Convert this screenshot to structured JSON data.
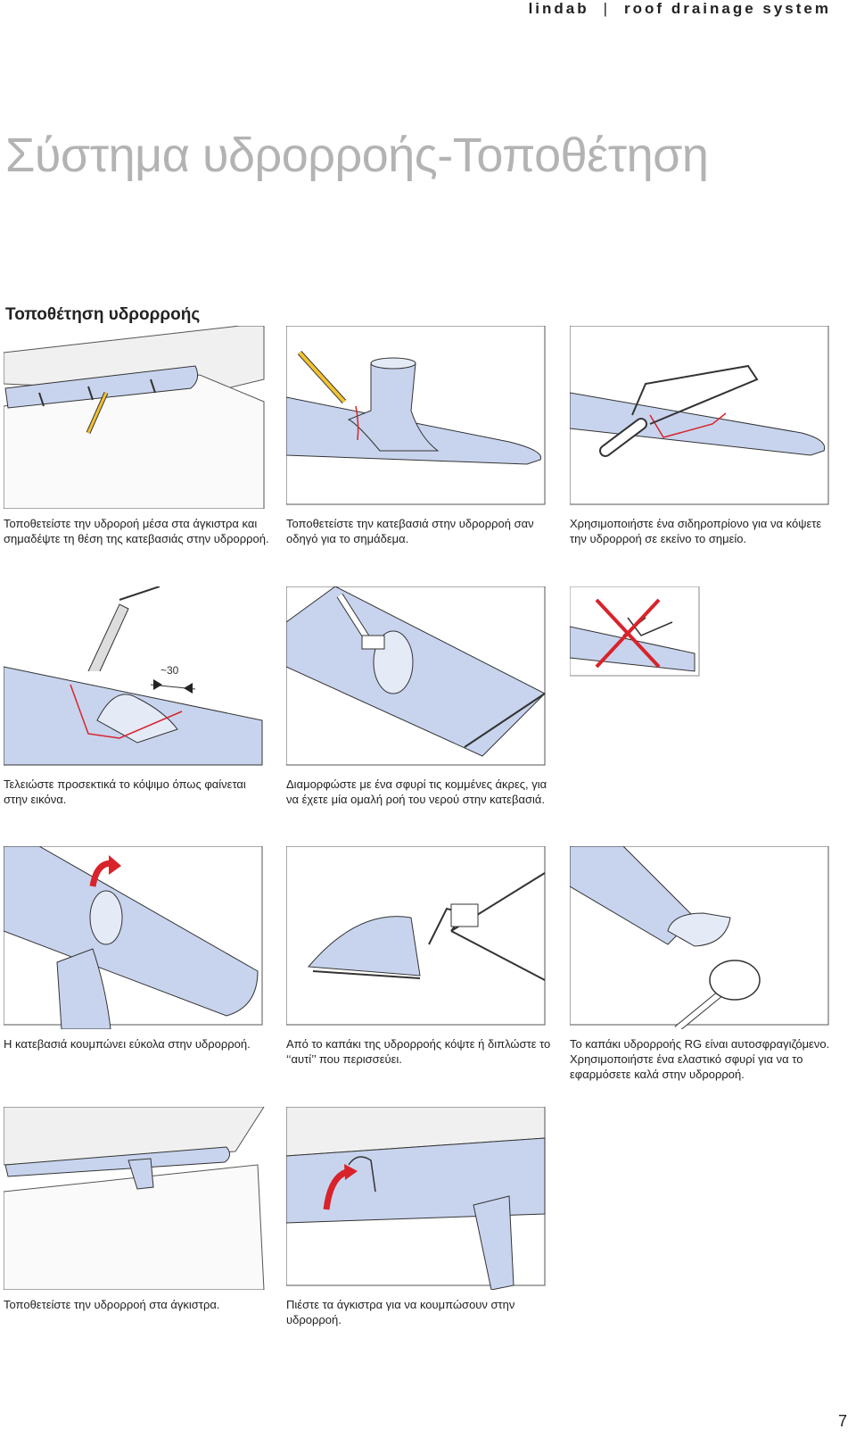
{
  "header": {
    "brand": "lindab",
    "separator": "|",
    "section": "roof drainage system"
  },
  "title": "Σύστημα υδρορροής-Τοποθέτηση",
  "subtitle": "Τοποθέτηση υδρορροής",
  "captions": {
    "c1": "Τοποθετείστε την υδροροή μέσα στα άγκιστρα και σημαδέψτε τη θέση της κατεβασιάς στην υδρορροή.",
    "c2": "Τοποθετείστε την κατεβασιά στην υδρορροή σαν οδηγό για το σημάδεμα.",
    "c3": "Χρησιμοποιήστε ένα σιδηροπρίονο για να κόψετε την υδρορροή σε εκείνο το σημείο.",
    "c4": "Τελειώστε προσεκτικά το κόψιμο όπως φαίνεται στην εικόνα.",
    "c5": "Διαμορφώστε με ένα σφυρί τις κομμένες άκρες, για να έχετε μία ομαλή ροή του νερού στην κατεβασιά.",
    "c7": "Η κατεβασιά κουμπώνει εύκολα στην υδρορροή.",
    "c8": "Από το καπάκι της υδρορροής κόψτε ή διπλώστε το ‘‘αυτί’’ που περισσεύει.",
    "c9": "Το καπάκι υδρορροής RG είναι αυτοσφραγιζόμενο. Χρησιμοποιήστε ένα ελαστικό σφυρί για να το εφαρμόσετε καλά στην υδρορροή.",
    "c10": "Τοποθετείστε την υδρορροή στα άγκιστρα.",
    "c11": "Πιέστε τα άγκιστρα για να κουμπώσουν στην υδρορροή."
  },
  "dimension_label": "~30",
  "page_number": "7",
  "colors": {
    "gutter": "#c8d4ee",
    "mark": "#d8232a",
    "pencil": "#f2c230",
    "title": "#b3b3b3"
  }
}
